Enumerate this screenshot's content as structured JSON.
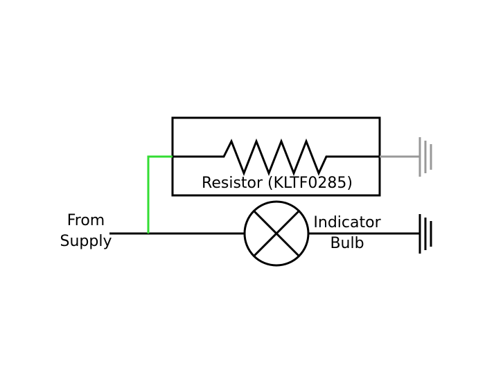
{
  "labels": {
    "resistor": "Resistor (KLTF0285)",
    "supply_line1": "From",
    "supply_line2": "Supply",
    "bulb_line1": "Indicator",
    "bulb_line2": "Bulb"
  },
  "colors": {
    "wire": "#000000",
    "highlight_wire": "#33dd33",
    "resistor_ground": "#999999",
    "bulb_ground": "#000000"
  }
}
